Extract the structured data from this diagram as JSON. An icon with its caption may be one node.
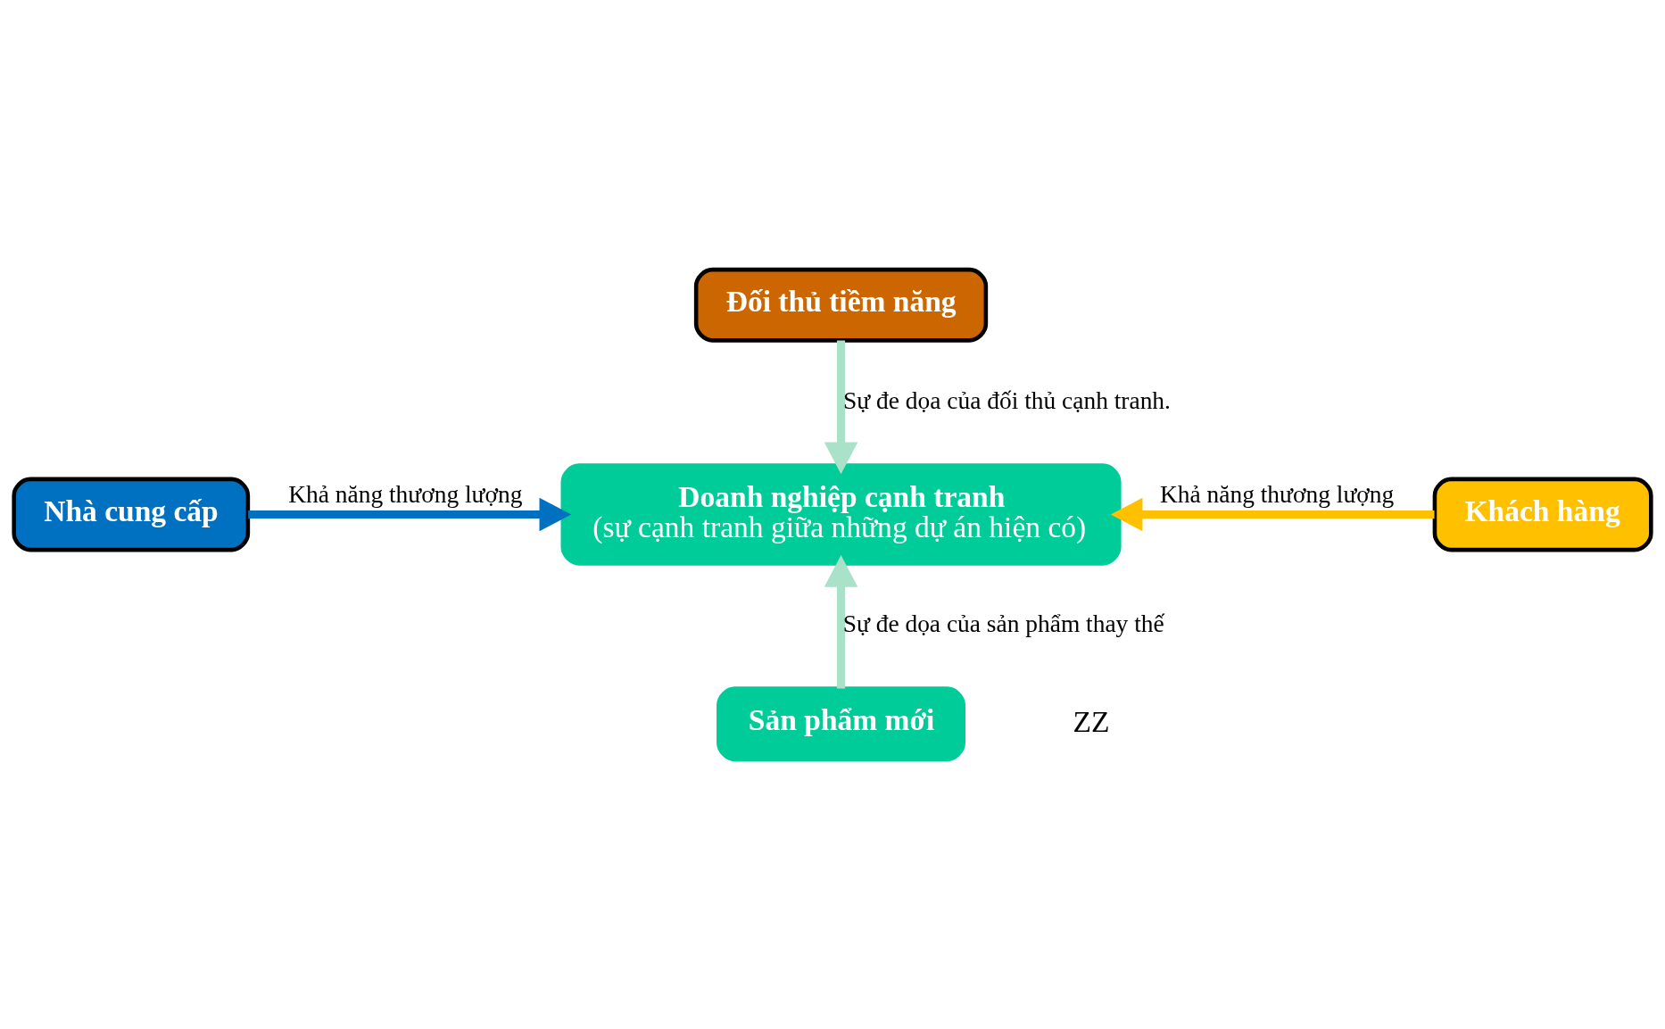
{
  "diagram": {
    "nodes": [
      {
        "text": [
          "Đối thủ tiềm năng"
        ]
      },
      {
        "text": [
          "Nhà cung cấp"
        ]
      },
      {
        "text": [
          "Doanh nghiệp cạnh tranh",
          "(sự cạnh tranh giữa những dự án hiện có)"
        ]
      },
      {
        "text": [
          "Khách hàng"
        ]
      },
      {
        "text": [
          "Sản phẩm mới"
        ]
      }
    ],
    "edges": [
      {
        "from": 0,
        "to": 2,
        "arrow": "to",
        "label": "Sự đe dọa của đối thủ cạnh tranh."
      },
      {
        "from": 1,
        "to": 2,
        "arrow": "to",
        "label": "Khả năng thương lượng",
        "color": "#0070c0"
      },
      {
        "from": 3,
        "to": 2,
        "arrow": "to",
        "label": "Khả năng thương lượng",
        "color": "#ffc000"
      },
      {
        "from": 4,
        "to": 2,
        "arrow": "to",
        "label": "Sự đe dọa của sản phẩm thay thế"
      }
    ],
    "labels": [
      "ZZ"
    ]
  }
}
